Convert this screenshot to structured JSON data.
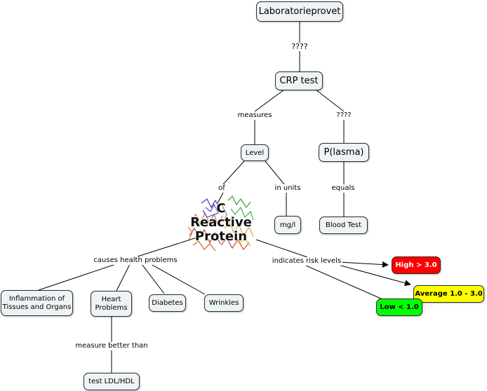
{
  "nodes": {
    "laboratorieprovet": "Laboratorieprovet",
    "crp_test": "CRP test",
    "level": "Level",
    "plasma": "P(lasma)",
    "mg_l": "mg/l",
    "blood_test": "Blood Test",
    "inflammation_line1": "Inflammation of",
    "inflammation_line2": "Tissues and Organs",
    "heart_line1": "Heart",
    "heart_line2": "Problems",
    "diabetes": "Diabetes",
    "wrinkles": "Wrinkles",
    "test_ldl_hdl": "test LDL/HDL",
    "high": "High > 3.0",
    "average": "Average 1.0 - 3.0",
    "low": "Low < 1.0"
  },
  "protein": {
    "line1": "C",
    "line2": "Reactive",
    "line3": "Protein"
  },
  "link_labels": {
    "lab_to_crp": "????",
    "measures": "measures",
    "crp_to_plasma": "????",
    "of": "of",
    "in_units": "in units",
    "equals": "equals",
    "causes_health_problems": "causes health problems",
    "indicates_risk_levels": "indicates risk levels",
    "measure_better_than": "measure better than"
  },
  "colors": {
    "node_fill": "#eef3f5",
    "high": "#ff0000",
    "average": "#ffff00",
    "low": "#00ff00"
  }
}
